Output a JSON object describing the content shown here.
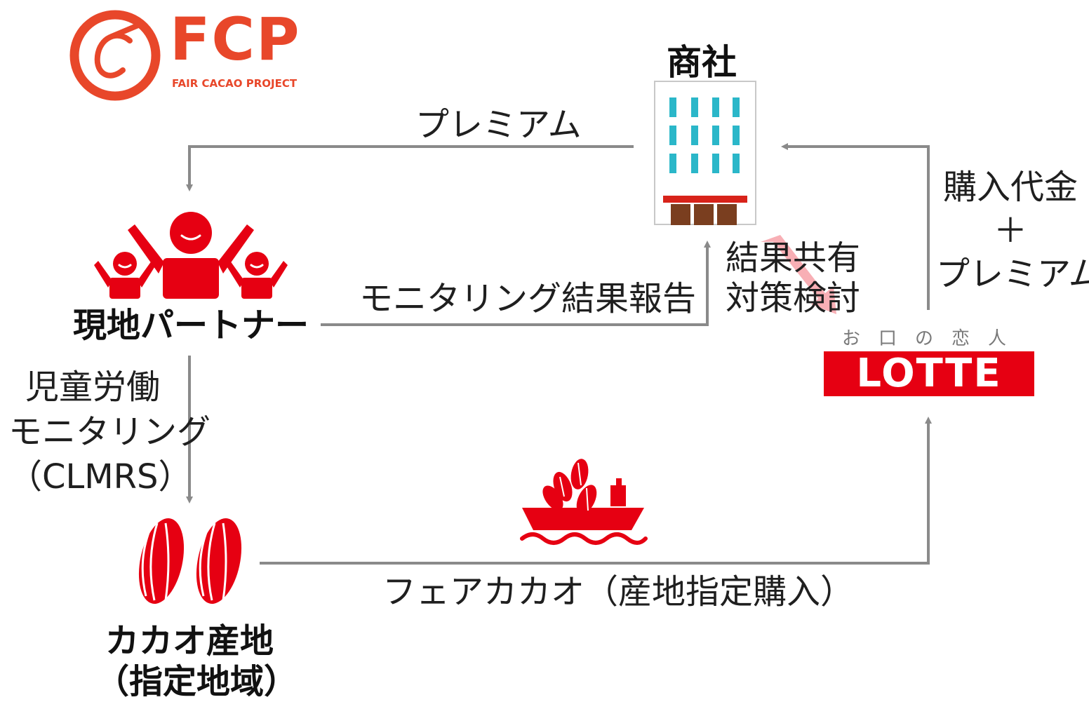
{
  "colors": {
    "brand_red": "#e60012",
    "fcp_orange": "#e8472a",
    "arrow_gray": "#8a8a8a",
    "building_window": "#2bb7c9",
    "building_door": "#7a3e1f",
    "highlight_pink": "#f7a1a8"
  },
  "logo": {
    "fcp_main": "FCP",
    "fcp_sub": "FAIR CACAO PROJECT"
  },
  "nodes": {
    "trading_company": {
      "title": "商社",
      "icon": "office-building-icon"
    },
    "local_partner": {
      "title": "現地パートナー",
      "icon": "people-raising-hands-icon"
    },
    "cacao_origin": {
      "title_line1": "カカオ産地",
      "title_line2": "（指定地域）",
      "icon": "cacao-pods-icon"
    },
    "lotte": {
      "tagline": "お口の恋人",
      "brand": "LOTTE"
    }
  },
  "flows": {
    "premium_to_partner": "プレミアム",
    "monitoring_report": "モニタリング結果報告",
    "result_share_line1": "結果共有",
    "result_share_line2": "対策検討",
    "purchase_line1": "購入代金",
    "purchase_line2": "＋",
    "purchase_line3": "プレミアム",
    "child_labor_line1": "児童労働",
    "child_labor_line2": "モニタリング",
    "child_labor_line3": "（CLMRS）",
    "fair_cacao": "フェアカカオ（産地指定購入）"
  },
  "icons": {
    "shipping": "cargo-ship-with-cacao-icon",
    "highlight_arrow": "diagonal-arrow-icon"
  }
}
